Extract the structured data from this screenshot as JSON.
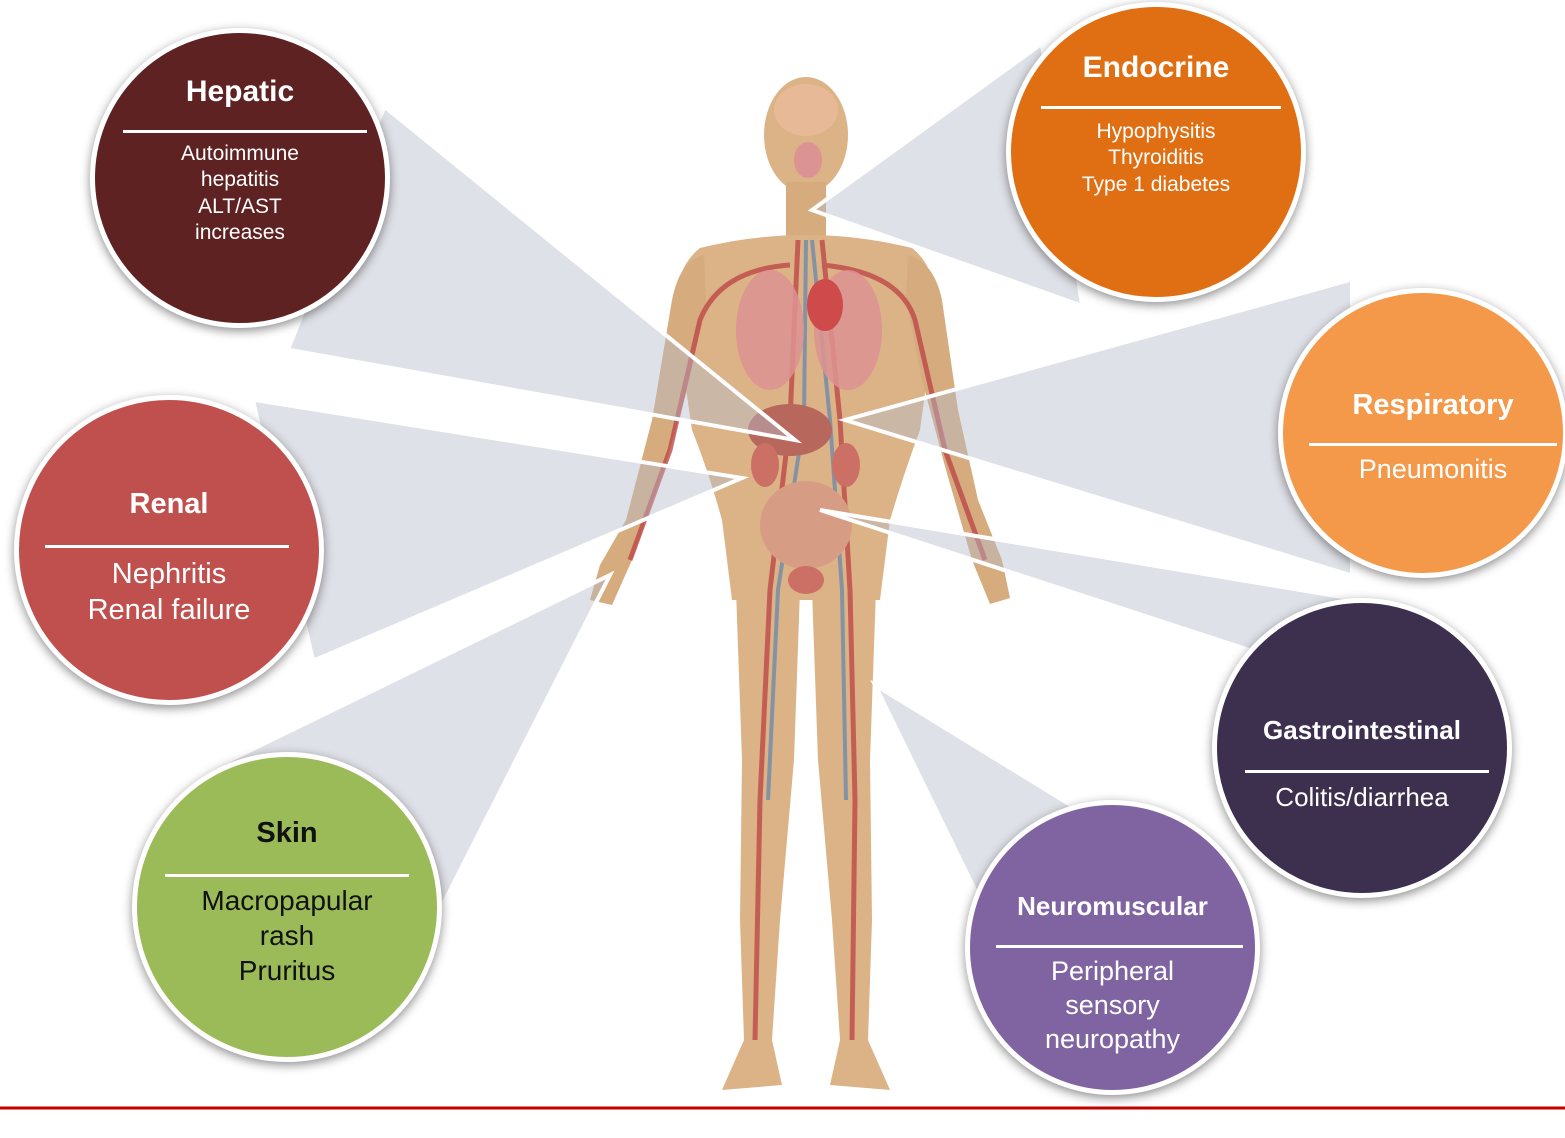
{
  "colors": {
    "hepatic": "#5e2222",
    "endocrine": "#e06e12",
    "respiratory": "#f4994a",
    "renal": "#c0504d",
    "gastrointestinal": "#3d2f4e",
    "skin": "#9bbb59",
    "neuromuscular": "#8064a2",
    "bottom_rule": "#c00000",
    "body_skin": "#d9ad7c"
  },
  "systems": {
    "hepatic": {
      "title": "Hepatic",
      "items": [
        "Autoimmune",
        "hepatitis",
        "ALT/AST",
        "increases"
      ]
    },
    "endocrine": {
      "title": "Endocrine",
      "items": [
        "Hypophysitis",
        "Thyroiditis",
        "Type 1 diabetes"
      ]
    },
    "respiratory": {
      "title": "Respiratory",
      "items": [
        "Pneumonitis"
      ]
    },
    "renal": {
      "title": "Renal",
      "items": [
        "Nephritis",
        "Renal failure"
      ]
    },
    "gastrointestinal": {
      "title": "Gastrointestinal",
      "items": [
        "Colitis/diarrhea"
      ]
    },
    "skin": {
      "title": "Skin",
      "items": [
        "Macropapular",
        "rash",
        "Pruritus"
      ]
    },
    "neuromuscular": {
      "title": "Neuromuscular",
      "items": [
        "Peripheral",
        "sensory",
        "neuropathy"
      ]
    }
  }
}
